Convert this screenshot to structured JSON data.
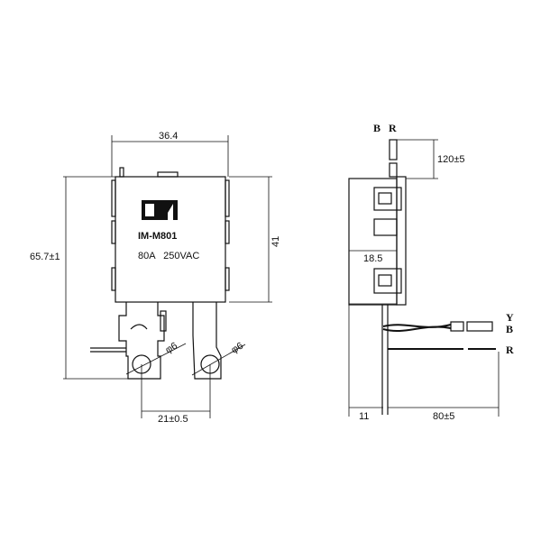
{
  "front_view": {
    "logo": "IM",
    "model": "IM-M801",
    "rating": "80A   250VAC",
    "dim_width": "36.4",
    "dim_height_total": "65.7±1",
    "dim_body_height": "41",
    "dim_terminal_spacing": "21±0.5",
    "dim_hole_left": "φ6",
    "dim_hole_right": "φ6"
  },
  "side_view": {
    "wire_label_b_top": "B",
    "wire_label_r_top": "R",
    "dim_wire_top": "120±5",
    "dim_depth": "18.5",
    "dim_offset": "11",
    "dim_wire_length": "80±5",
    "wire_label_y": "Y",
    "wire_label_b": "B",
    "wire_label_r": "R"
  }
}
